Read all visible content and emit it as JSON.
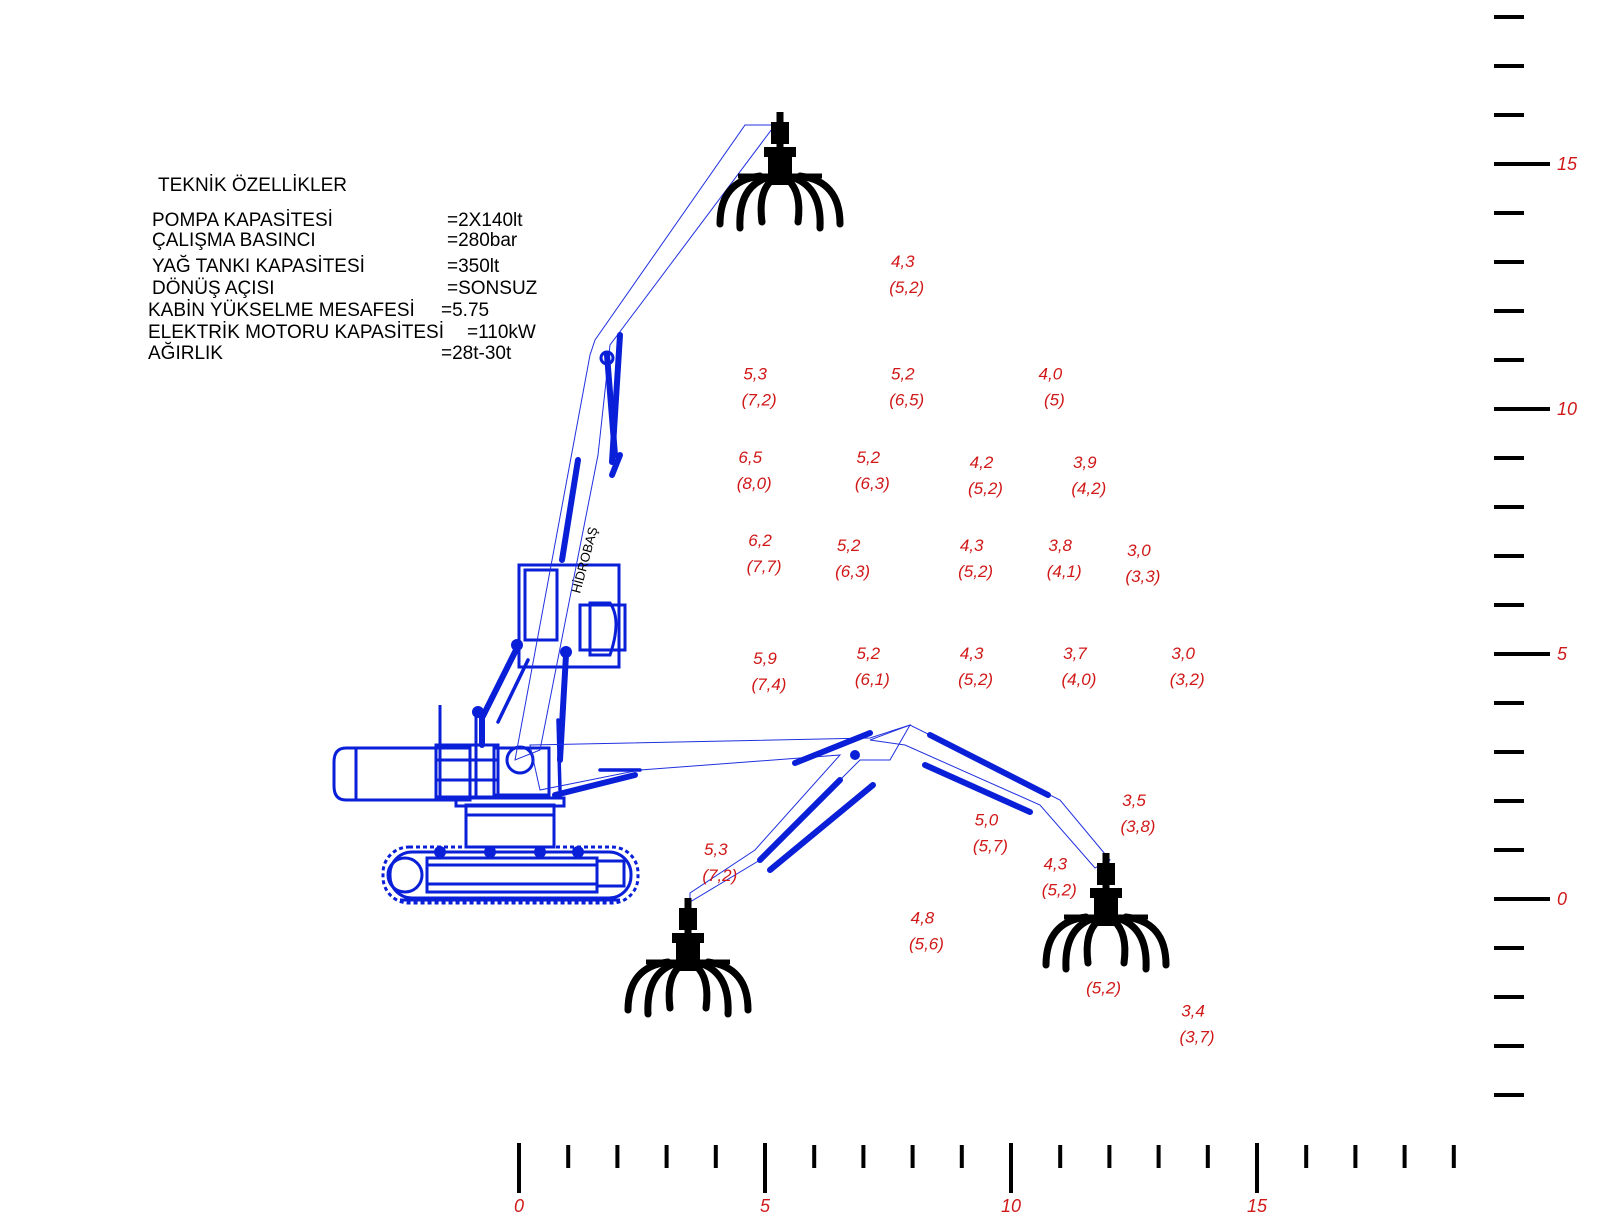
{
  "specs": {
    "title": "TEKNİK ÖZELLİKLER",
    "rows": [
      {
        "label": "POMPA KAPASİTESİ",
        "value": "=2X140lt"
      },
      {
        "label": "ÇALIŞMA BASINCI",
        "value": "=280bar"
      },
      {
        "label": "YAĞ TANKI KAPASİTESİ",
        "value": "=350lt"
      },
      {
        "label": "DÖNÜŞ AÇISI",
        "value": "=SONSUZ"
      },
      {
        "label": "KABİN YÜKSELME MESAFESİ",
        "value": "=5.75"
      },
      {
        "label": "ELEKTRİK MOTORU KAPASİTESİ",
        "value": "=110kW"
      },
      {
        "label": "AĞIRLIK",
        "value": "=28t-30t"
      }
    ]
  },
  "machine_label": "HİDROBAŞ",
  "colors": {
    "machine": "#0a1fd8",
    "load_text": "#d01818",
    "grab": "#000000"
  },
  "axes": {
    "x_labels": [
      "0",
      "5",
      "10",
      "15"
    ],
    "y_labels": [
      "0",
      "5",
      "10",
      "15"
    ],
    "x_range": [
      0,
      19
    ],
    "y_range": [
      -4,
      18
    ]
  },
  "load_points": [
    {
      "x": 7.8,
      "y": 12.9,
      "value": "4,3",
      "paren": "(5,2)"
    },
    {
      "x": 4.8,
      "y": 10.6,
      "value": "5,3",
      "paren": "(7,2)"
    },
    {
      "x": 7.8,
      "y": 10.6,
      "value": "5,2",
      "paren": "(6,5)"
    },
    {
      "x": 10.8,
      "y": 10.6,
      "value": "4,0",
      "paren": "(5)"
    },
    {
      "x": 4.7,
      "y": 8.9,
      "value": "6,5",
      "paren": "(8,0)"
    },
    {
      "x": 7.1,
      "y": 8.9,
      "value": "5,2",
      "paren": "(6,3)"
    },
    {
      "x": 9.4,
      "y": 8.8,
      "value": "4,2",
      "paren": "(5,2)"
    },
    {
      "x": 11.5,
      "y": 8.8,
      "value": "3,9",
      "paren": "(4,2)"
    },
    {
      "x": 4.9,
      "y": 7.2,
      "value": "6,2",
      "paren": "(7,7)"
    },
    {
      "x": 6.7,
      "y": 7.1,
      "value": "5,2",
      "paren": "(6,3)"
    },
    {
      "x": 9.2,
      "y": 7.1,
      "value": "4,3",
      "paren": "(5,2)"
    },
    {
      "x": 11.0,
      "y": 7.1,
      "value": "3,8",
      "paren": "(4,1)"
    },
    {
      "x": 12.6,
      "y": 7.0,
      "value": "3,0",
      "paren": "(3,3)"
    },
    {
      "x": 5.0,
      "y": 4.8,
      "value": "5,9",
      "paren": "(7,4)"
    },
    {
      "x": 7.1,
      "y": 4.9,
      "value": "5,2",
      "paren": "(6,1)"
    },
    {
      "x": 9.2,
      "y": 4.9,
      "value": "4,3",
      "paren": "(5,2)"
    },
    {
      "x": 11.3,
      "y": 4.9,
      "value": "3,7",
      "paren": "(4,0)"
    },
    {
      "x": 13.5,
      "y": 4.9,
      "value": "3,0",
      "paren": "(3,2)"
    },
    {
      "x": 9.5,
      "y": 1.5,
      "value": "5,0",
      "paren": "(5,7)"
    },
    {
      "x": 12.5,
      "y": 1.9,
      "value": "3,5",
      "paren": "(3,8)"
    },
    {
      "x": 4.0,
      "y": 0.9,
      "value": "5,3",
      "paren": "(7,2)"
    },
    {
      "x": 10.9,
      "y": 0.6,
      "value": "4,3",
      "paren": "(5,2)"
    },
    {
      "x": 8.2,
      "y": -0.5,
      "value": "4,8",
      "paren": "(5,6)"
    },
    {
      "x": 11.8,
      "y": -1.4,
      "value": "",
      "paren": "(5,2)"
    },
    {
      "x": 13.7,
      "y": -2.4,
      "value": "3,4",
      "paren": "(3,7)"
    }
  ]
}
